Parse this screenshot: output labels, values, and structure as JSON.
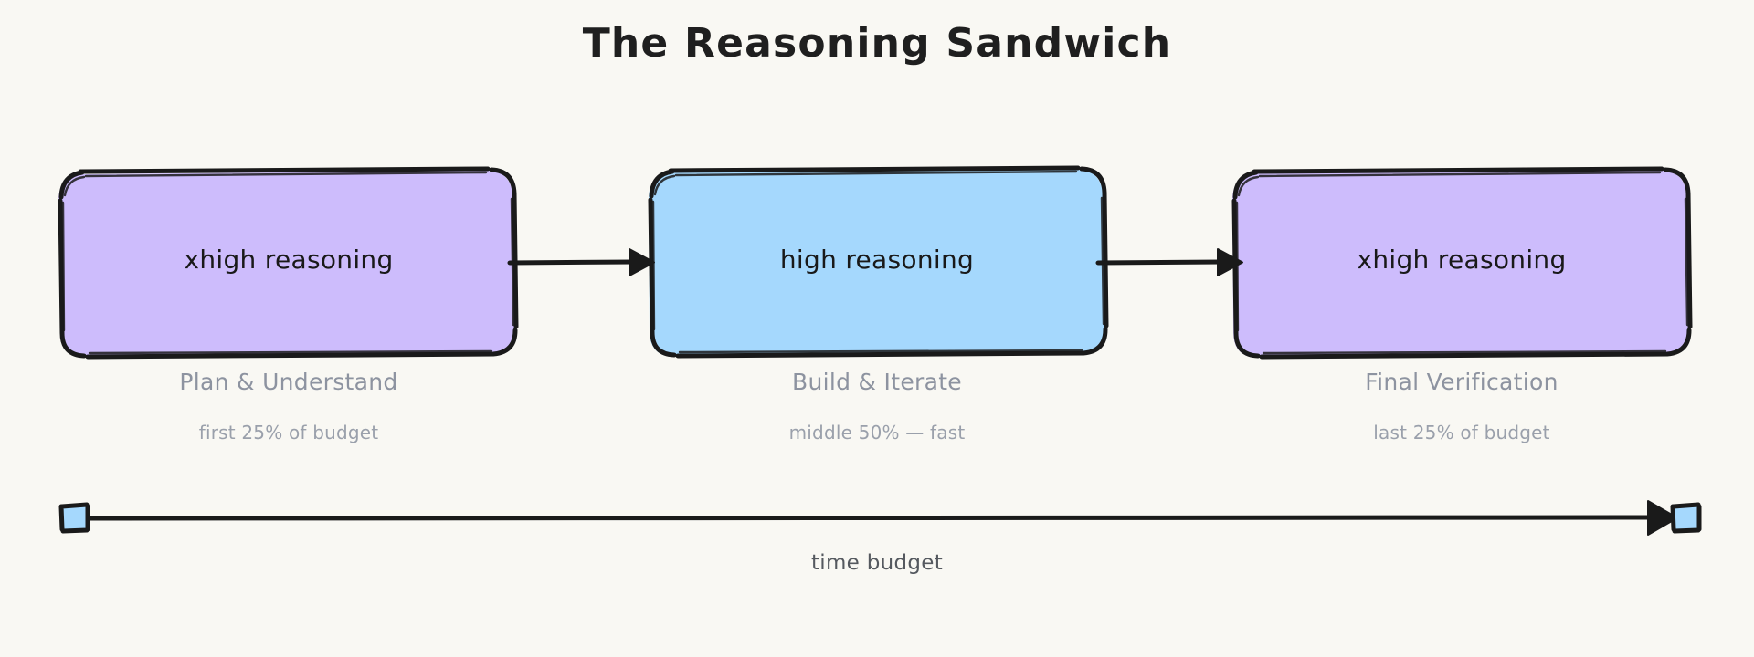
{
  "title": "The Reasoning Sandwich",
  "background_color": "#f9f8f3",
  "stages": [
    {
      "box_label": "xhigh reasoning",
      "caption": "Plan & Understand",
      "subcaption": "first 25% of budget",
      "fill_color": "#cdbcfc",
      "stroke_color": "#1a1a1a"
    },
    {
      "box_label": "high reasoning",
      "caption": "Build & Iterate",
      "subcaption": "middle 50% — fast",
      "fill_color": "#a5d8fd",
      "stroke_color": "#1a1a1a"
    },
    {
      "box_label": "xhigh reasoning",
      "caption": "Final Verification",
      "subcaption": "last 25% of budget",
      "fill_color": "#cdbcfc",
      "stroke_color": "#1a1a1a"
    }
  ],
  "connectors": [
    {
      "name": "arrow-stage1-to-stage2"
    },
    {
      "name": "arrow-stage2-to-stage3"
    }
  ],
  "timeline": {
    "label": "time budget",
    "line_color": "#1a1a1a",
    "endpoint_fill": "#a5d8fd",
    "endpoint_stroke": "#1a1a1a",
    "start_marker": "square",
    "end_marker": "arrow-into-square"
  },
  "colors": {
    "caption_text": "#8d93a0",
    "subcaption_text": "#9aa0ab",
    "title_text": "#1f1f1f",
    "box_text": "#191919",
    "timeline_text": "#55595f"
  }
}
